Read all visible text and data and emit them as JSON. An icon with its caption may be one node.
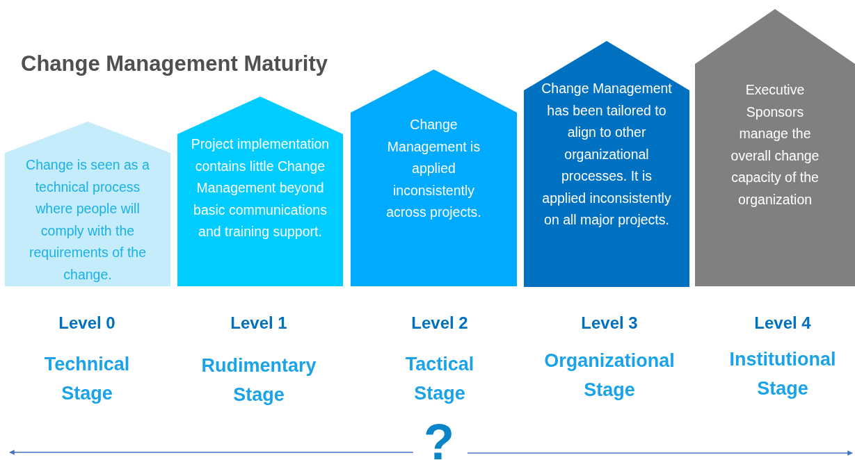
{
  "diagram": {
    "title": "Change Management Maturity",
    "nodes": [
      {
        "text": [
          "Change is seen as a technical process where people will comply with the requirements of the change."
        ],
        "beside": [
          "Level 0",
          "Technical Stage"
        ]
      },
      {
        "text": [
          "Project implementation contains little Change Management beyond basic communications and training support."
        ],
        "beside": [
          "Level 1",
          "Rudimentary Stage"
        ]
      },
      {
        "text": [
          "Change Management is applied inconsistently across projects."
        ],
        "beside": [
          "Level 2",
          "Tactical Stage"
        ]
      },
      {
        "text": [
          "Change Management has been tailored to align to other organizational processes.  It is applied inconsistently on all major projects."
        ],
        "beside": [
          "Level 3",
          "Organizational Stage"
        ]
      },
      {
        "text": [
          "Executive Sponsors manage the overall change capacity of the organization"
        ],
        "beside": [
          "Level 4",
          "Institutional Stage"
        ]
      },
      {
        "text": [
          "?"
        ]
      }
    ],
    "edges": [
      {
        "from": 5,
        "to": null,
        "arrow": "to"
      },
      {
        "from": 5,
        "to": null,
        "arrow": "to"
      }
    ]
  }
}
